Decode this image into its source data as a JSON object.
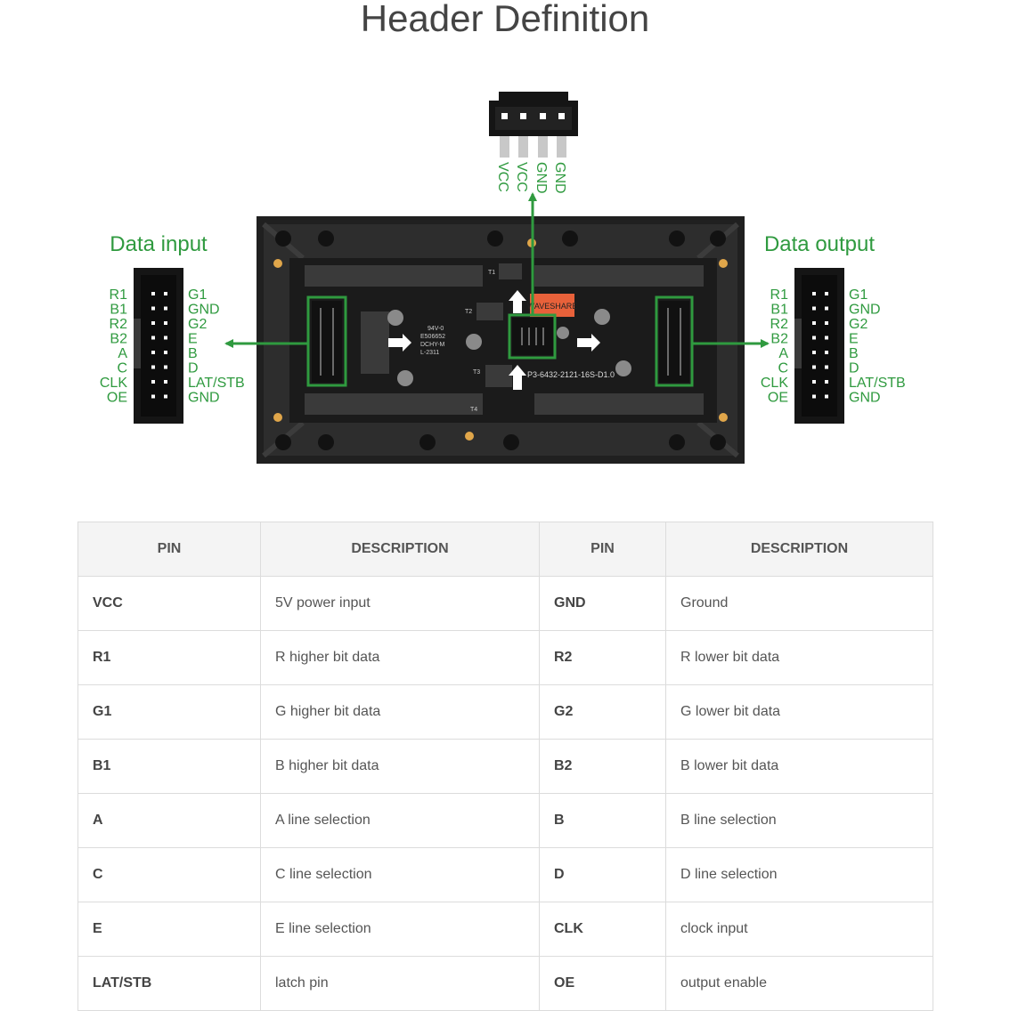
{
  "page": {
    "title": "Header Definition"
  },
  "colors": {
    "accent_green": "#2f9a3f",
    "board": "#262626",
    "connector": "#151515",
    "logo_orange": "#e8613a"
  },
  "power_connector": {
    "pins": [
      "VCC",
      "VCC",
      "GND",
      "GND"
    ]
  },
  "data_input": {
    "title": "Data input",
    "left_pins": [
      "R1",
      "B1",
      "R2",
      "B2",
      "A",
      "C",
      "CLK",
      "OE"
    ],
    "right_pins": [
      "G1",
      "GND",
      "G2",
      "E",
      "B",
      "D",
      "LAT/STB",
      "GND"
    ]
  },
  "data_output": {
    "title": "Data output",
    "left_pins": [
      "R1",
      "B1",
      "R2",
      "B2",
      "A",
      "C",
      "CLK",
      "OE"
    ],
    "right_pins": [
      "G1",
      "GND",
      "G2",
      "E",
      "B",
      "D",
      "LAT/STB",
      "GND"
    ]
  },
  "board": {
    "logo": "WAVESHARE",
    "model": "P3-6432-2121-16S-D1.0",
    "chip_lines": [
      "94V-0",
      "E506652",
      "DCHY-M",
      "L-2311"
    ],
    "silk_labels": [
      "T1",
      "T2",
      "T3",
      "T4"
    ]
  },
  "table": {
    "headers": [
      "PIN",
      "DESCRIPTION",
      "PIN",
      "DESCRIPTION"
    ],
    "rows": [
      [
        "VCC",
        "5V power input",
        "GND",
        "Ground"
      ],
      [
        "R1",
        "R higher bit data",
        "R2",
        "R lower bit data"
      ],
      [
        "G1",
        "G higher bit data",
        "G2",
        "G lower bit data"
      ],
      [
        "B1",
        "B higher bit data",
        "B2",
        "B lower bit data"
      ],
      [
        "A",
        "A line selection",
        "B",
        "B line selection"
      ],
      [
        "C",
        "C line selection",
        "D",
        "D line selection"
      ],
      [
        "E",
        "E line selection",
        "CLK",
        "clock input"
      ],
      [
        "LAT/STB",
        "latch pin",
        "OE",
        "output enable"
      ]
    ]
  }
}
